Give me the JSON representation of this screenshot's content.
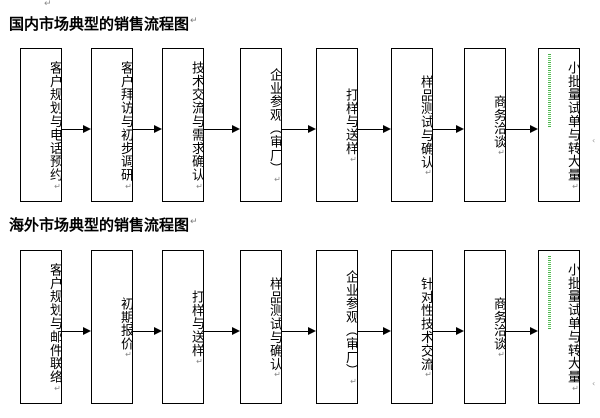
{
  "document": {
    "stray_paragraph_mark": "↵",
    "edge_mark_1": "‹",
    "edge_mark_2": "‹"
  },
  "sections": [
    {
      "id": "domestic",
      "title": "国内市场典型的销售流程图",
      "title_mark": "↵",
      "steps": [
        {
          "index": 1,
          "label": "客户规划与电话预约",
          "mark": "↵",
          "spellcheck": false
        },
        {
          "index": 2,
          "label": "客户拜访与初步调研",
          "mark": "↵",
          "spellcheck": false
        },
        {
          "index": 3,
          "label": "技术交流与需求确认",
          "mark": "↵",
          "spellcheck": false
        },
        {
          "index": 4,
          "label": "企业参观（审厂）",
          "mark": "↵",
          "spellcheck": false
        },
        {
          "index": 5,
          "label": "打样与送样",
          "mark": "↵",
          "spellcheck": false
        },
        {
          "index": 6,
          "label": "样品测试与确认",
          "mark": "↵",
          "spellcheck": false
        },
        {
          "index": 7,
          "label": "商务洽谈",
          "mark": "↵",
          "spellcheck": false
        },
        {
          "index": 8,
          "label": "小批量试单与转大量",
          "mark": "↵",
          "spellcheck": true
        }
      ]
    },
    {
      "id": "overseas",
      "title": "海外市场典型的销售流程图",
      "title_mark": "↵",
      "steps": [
        {
          "index": 1,
          "label": "客户规划与邮件联络",
          "mark": "↵",
          "spellcheck": false
        },
        {
          "index": 2,
          "label": "初期报价",
          "mark": "↵",
          "spellcheck": false
        },
        {
          "index": 3,
          "label": "打样与送样",
          "mark": "↵",
          "spellcheck": false
        },
        {
          "index": 4,
          "label": "样品测试与确认",
          "mark": "↵",
          "spellcheck": false
        },
        {
          "index": 5,
          "label": "企业参观（审厂）",
          "mark": "↵",
          "spellcheck": false
        },
        {
          "index": 6,
          "label": "针对性技术交流",
          "mark": "↵",
          "spellcheck": false
        },
        {
          "index": 7,
          "label": "商务洽谈",
          "mark": "↵",
          "spellcheck": false
        },
        {
          "index": 8,
          "label": "小批量试单与转大量",
          "mark": "↵",
          "spellcheck": true
        }
      ]
    }
  ],
  "style": {
    "box_border_color": "#000000",
    "box_fill_color": "#ffffff",
    "arrow_color": "#000000",
    "spellcheck_underline_color": "#3faa3f",
    "text_color": "#000000",
    "paragraph_mark_color": "#8a8a8a"
  }
}
